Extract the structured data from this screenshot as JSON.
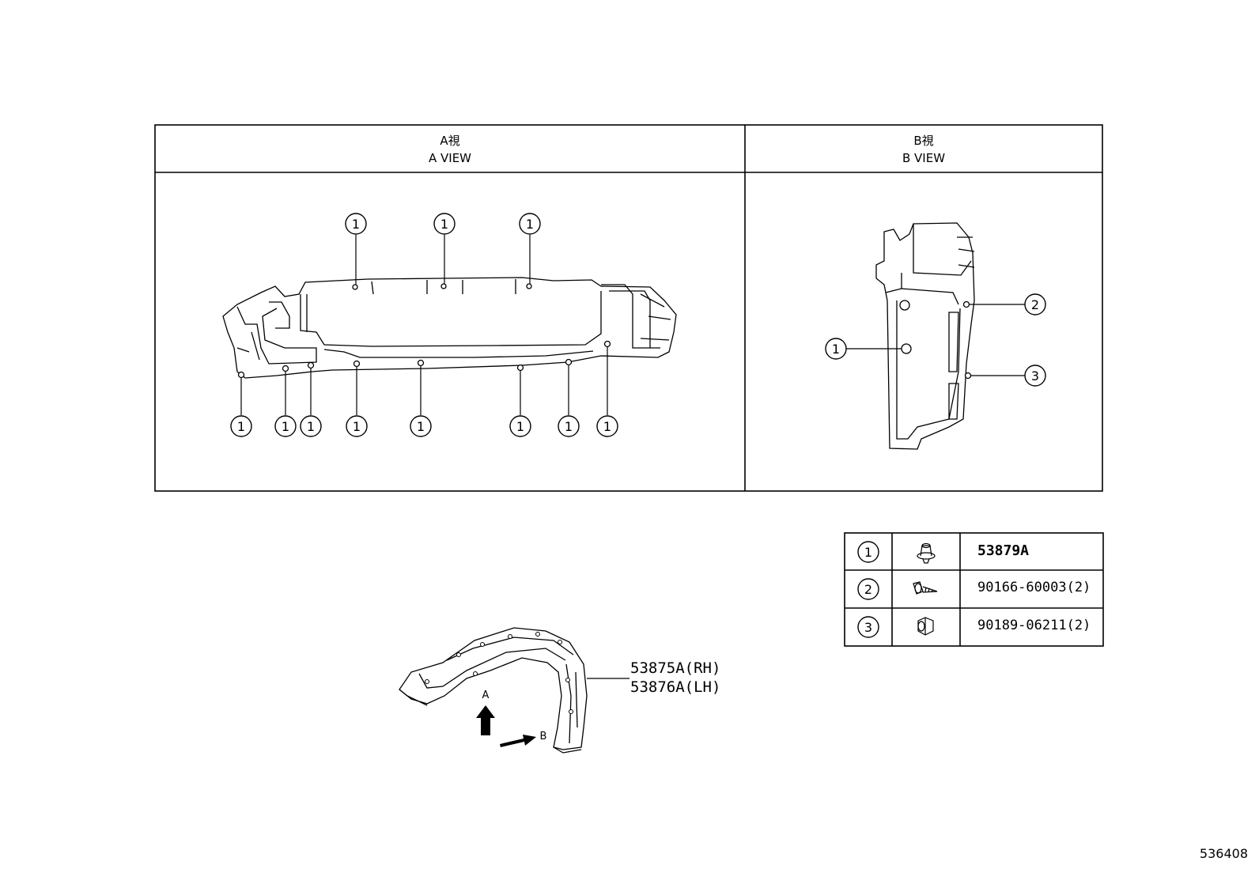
{
  "views": {
    "a": {
      "title_jp": "A視",
      "title_en": "A VIEW"
    },
    "b": {
      "title_jp": "B視",
      "title_en": "B VIEW"
    }
  },
  "callouts": {
    "one": "1",
    "two": "2",
    "three": "3"
  },
  "arrows": {
    "a": "A",
    "b": "B"
  },
  "part": {
    "rh": "53875A(RH)",
    "lh": "53876A(LH)"
  },
  "fasteners": [
    {
      "num": "1",
      "icon": "clip-icon",
      "part_no": "53879A"
    },
    {
      "num": "2",
      "icon": "screw-icon",
      "part_no": "90166-60003(2)"
    },
    {
      "num": "3",
      "icon": "nut-icon",
      "part_no": "90189-06211(2)"
    }
  ],
  "page_id": "536408"
}
